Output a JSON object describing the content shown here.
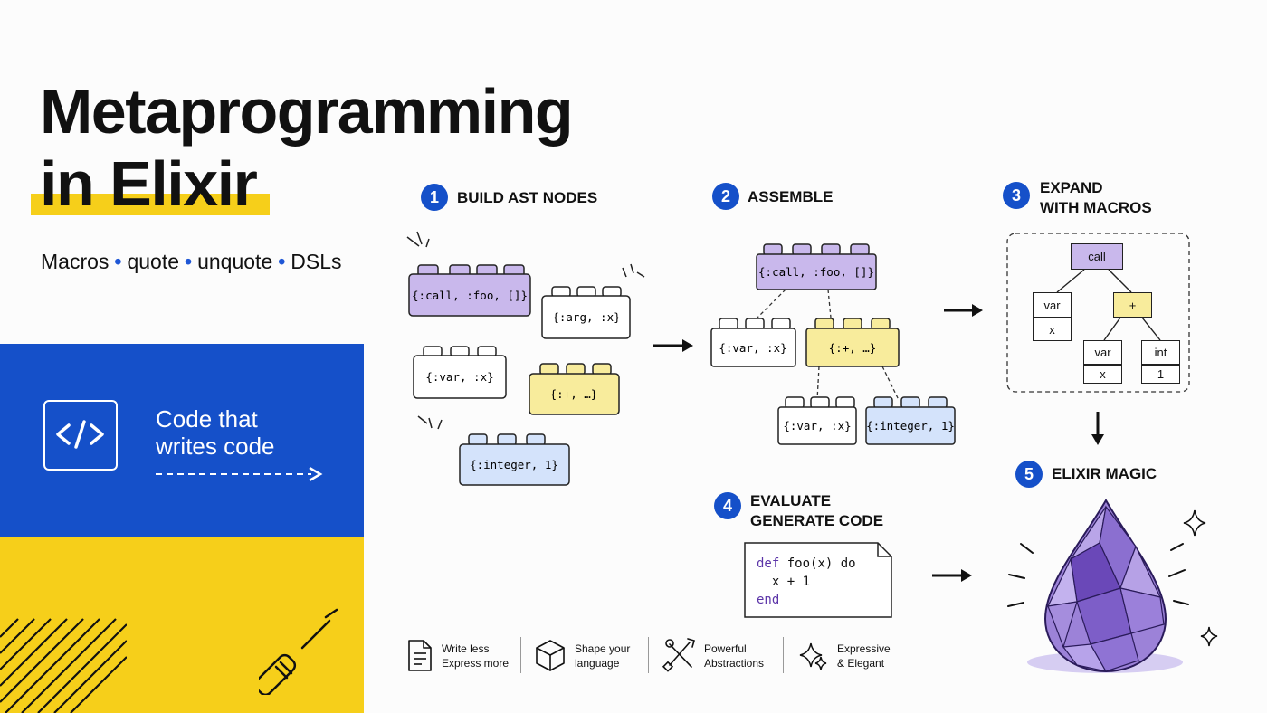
{
  "title": {
    "line1": "Metaprogramming",
    "line2": "in Elixir"
  },
  "subtitle": {
    "items": [
      "Macros",
      "quote",
      "unquote",
      "DSLs"
    ]
  },
  "tagline": {
    "line1": "Code that",
    "line2": "writes code"
  },
  "steps": [
    {
      "num": "1",
      "label": "BUILD AST NODES"
    },
    {
      "num": "2",
      "label": "ASSEMBLE"
    },
    {
      "num": "3",
      "label_line1": "EXPAND",
      "label_line2": "WITH MACROS"
    },
    {
      "num": "4",
      "label_line1": "EVALUATE",
      "label_line2": "GENERATE CODE"
    },
    {
      "num": "5",
      "label": "ELIXIR MAGIC"
    }
  ],
  "bricks": {
    "call": "{:call, :foo, []}",
    "arg": "{:arg, :x}",
    "var": "{:var, :x}",
    "plus": "{:+, …}",
    "integer": "{:integer, 1}"
  },
  "tree": {
    "call": "call",
    "var": "var",
    "x": "x",
    "plus": "+",
    "var2": "var",
    "x2": "x",
    "int": "int",
    "one": "1"
  },
  "code": {
    "line1_kw": "def",
    "line1_rest": " foo(x) do",
    "line2": "  x + 1",
    "line3_kw": "end"
  },
  "features": [
    {
      "icon": "document-icon",
      "line1": "Write less",
      "line2": "Express more"
    },
    {
      "icon": "cube-icon",
      "line1": "Shape your",
      "line2": "language"
    },
    {
      "icon": "tools-icon",
      "line1": "Powerful",
      "line2": "Abstractions"
    },
    {
      "icon": "sparkle-icon",
      "line1": "Expressive",
      "line2": "& Elegant"
    }
  ],
  "colors": {
    "blue": "#1550c9",
    "yellow": "#f6cf1a",
    "purple": "#c9b8ec",
    "pale_yellow": "#f8ec9c",
    "pale_blue": "#d4e3fb"
  }
}
